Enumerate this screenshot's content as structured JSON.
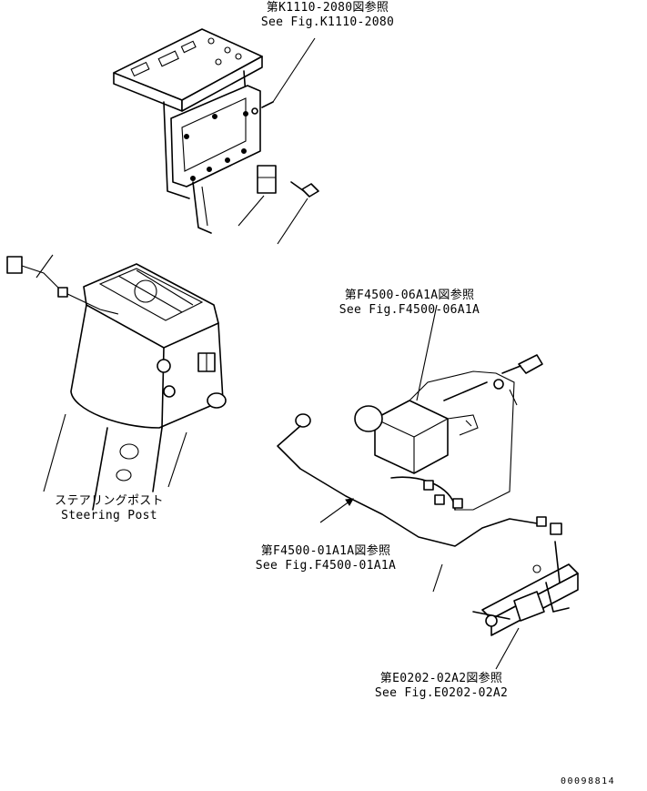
{
  "references": {
    "bracket": {
      "jp": "第K1110-2080図参照",
      "en": "See Fig.K1110-2080"
    },
    "controller": {
      "jp": "第F4500-06A1A図参照",
      "en": "See Fig.F4500-06A1A"
    },
    "harness": {
      "jp": "第F4500-01A1A図参照",
      "en": "See Fig.F4500-01A1A"
    },
    "lever": {
      "jp": "第E0202-02A2図参照",
      "en": "See Fig.E0202-02A2"
    }
  },
  "steering_post": {
    "jp": "ステアリングポスト",
    "en": "Steering Post"
  },
  "drawing_code": "00098814"
}
